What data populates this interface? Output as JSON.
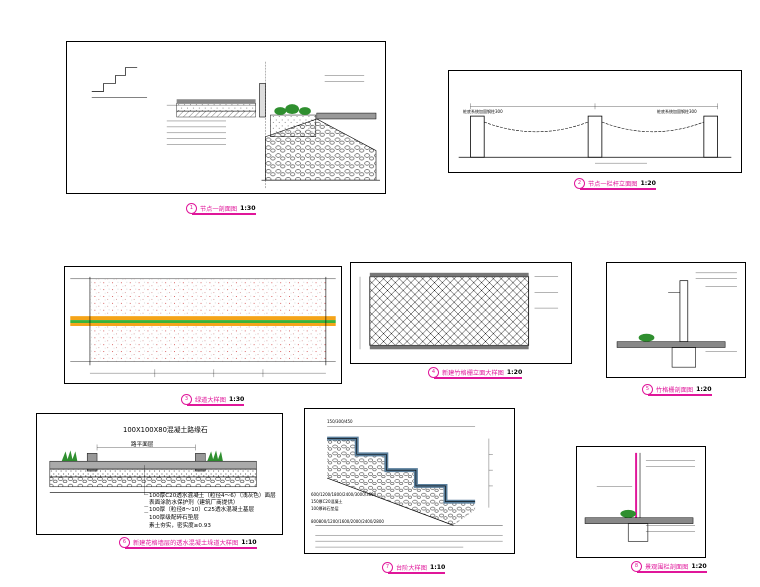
{
  "panels": [
    {
      "id": "p1",
      "caption": {
        "num": "1",
        "title": "节点一剖面图",
        "scale": "1:30"
      }
    },
    {
      "id": "p2",
      "caption": {
        "num": "2",
        "title": "节点一栏杆立面图",
        "scale": "1:20"
      }
    },
    {
      "id": "p3",
      "caption": {
        "num": "3",
        "title": "绿道大样图",
        "scale": "1:30"
      }
    },
    {
      "id": "p4",
      "caption": {
        "num": "4",
        "title": "新建竹格栅立面大样图",
        "scale": "1:20"
      }
    },
    {
      "id": "p5",
      "caption": {
        "num": "5",
        "title": "竹格栅剖面图",
        "scale": "1:20"
      }
    },
    {
      "id": "p6",
      "caption": {
        "num": "6",
        "title": "新建花格墙层的透水混凝土垛道大样图",
        "scale": "1:10"
      }
    },
    {
      "id": "p7",
      "caption": {
        "num": "7",
        "title": "台阶大样图",
        "scale": "1:10"
      }
    },
    {
      "id": "p8",
      "caption": {
        "num": "8",
        "title": "景观围栏剖面图",
        "scale": "1:20"
      }
    }
  ],
  "p6_labels": {
    "top": "100X100X80混凝土路缘石",
    "mid": "路平面层",
    "l1": "100厚C20透水混凝土（粒径4～6）（浅灰色）面层",
    "l1b": "表面涂防水保护剂（建筑厂商提供）",
    "l2": "100厚（粒径8～10）C25透水混凝土基层",
    "l3": "100厚级配碎石垫层",
    "l4": "素土夯实，密实度≥0.93"
  },
  "p7_labels": {
    "top": "150/300/450",
    "l1": "600/1200/1800/2400/3000/3600",
    "l2": "150厚C20混凝土",
    "l3": "100厚碎石垫层",
    "bottom": "800800/1200/1600/2000/2400/2800"
  },
  "p2_labels": {
    "tl": "桩底系统加固钢柱300",
    "tr": "桩底系统加固钢柱300"
  }
}
